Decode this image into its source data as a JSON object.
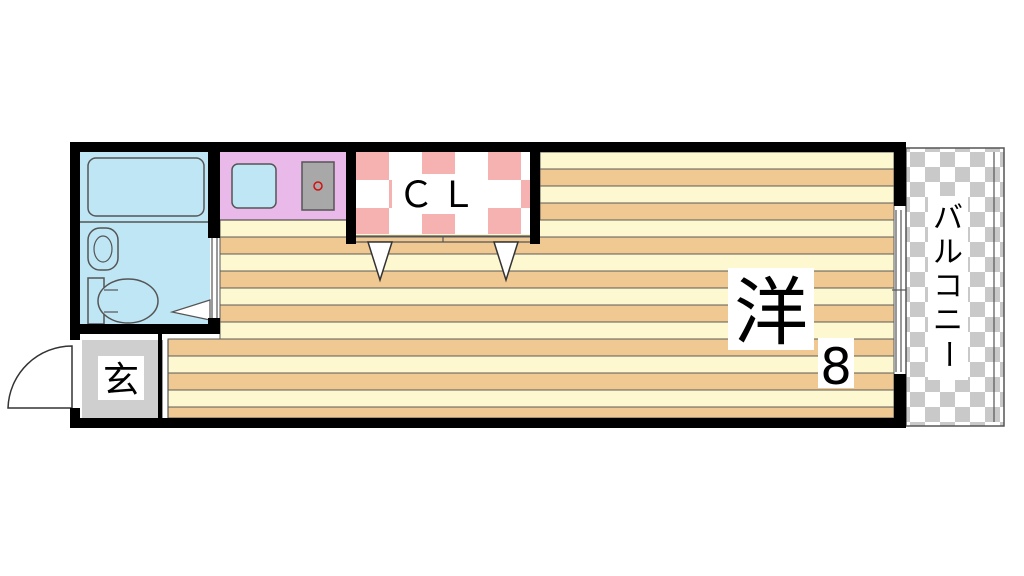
{
  "labels": {
    "closet": "ＣＬ",
    "room_kanji": "洋",
    "room_size": "8",
    "entrance": "玄",
    "balcony": [
      "バ",
      "ル",
      "コ",
      "ニ",
      "ー"
    ]
  },
  "colors": {
    "wall": "#000000",
    "floor_light": "#fdf8cf",
    "floor_dark": "#efc892",
    "floor_line": "#5a5a5a",
    "bath": "#bfe6f5",
    "kitchen": "#e9b9ea",
    "closet_check": "#f6b1b1",
    "balcony_check": "#c9c9c9",
    "entrance": "#cfcfcf",
    "sink_gray": "#a8a8a8"
  }
}
